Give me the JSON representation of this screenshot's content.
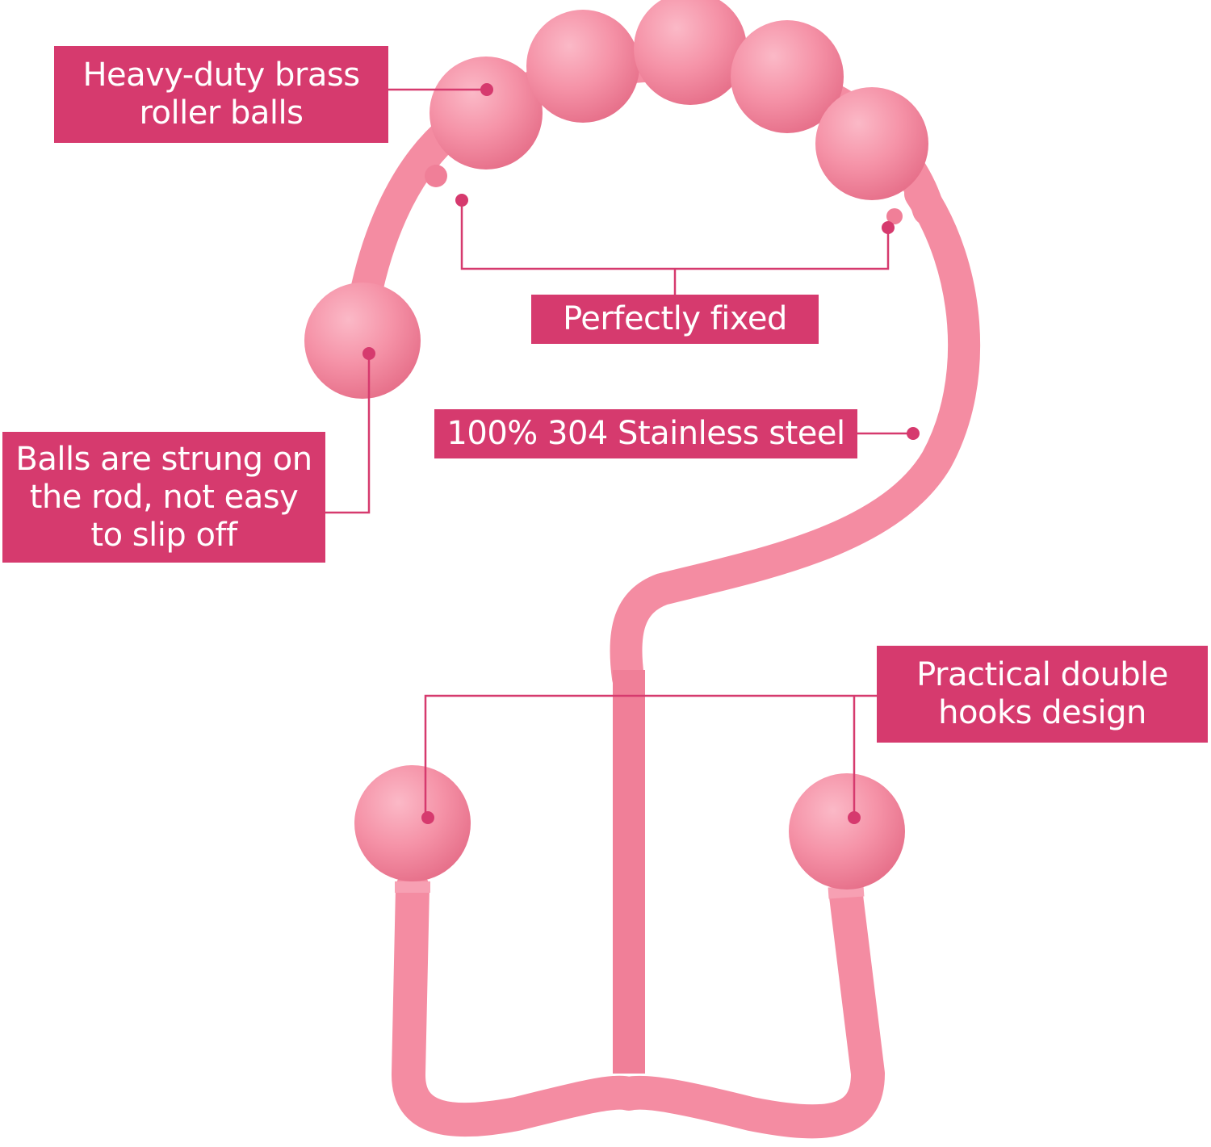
{
  "product": {
    "name": "pink double roller-ball shower curtain hook",
    "color": "#f58fa4",
    "accent": "#d63a6e"
  },
  "callouts": {
    "brass": {
      "line1": "Heavy-duty brass",
      "line2": "roller balls"
    },
    "fixed": {
      "line1": "Perfectly fixed"
    },
    "steel": {
      "line1": "100% 304 Stainless steel"
    },
    "strung": {
      "line1": "Balls are strung on",
      "line2": "the rod, not easy",
      "line3": "to slip off"
    },
    "double": {
      "line1": "Practical double",
      "line2": "hooks design"
    }
  }
}
